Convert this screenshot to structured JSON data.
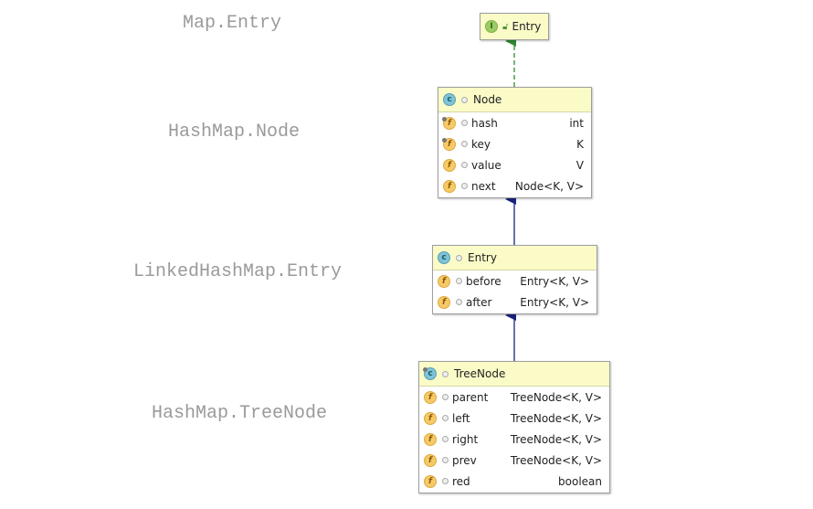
{
  "labels": {
    "map_entry": "Map.Entry",
    "hashmap_node": "HashMap.Node",
    "linked_entry": "LinkedHashMap.Entry",
    "tree_node": "HashMap.TreeNode"
  },
  "colors": {
    "header_bg": "#fbfbc8",
    "implements_arrow": "#2e8b2e",
    "extends_arrow": "#1a237e"
  },
  "boxes": {
    "entry_iface": {
      "title": "Entry",
      "kind_icon": "interface-icon",
      "kind_letter": "I"
    },
    "node": {
      "title": "Node",
      "kind_icon": "class-icon",
      "kind_letter": "C",
      "fields": [
        {
          "name": "hash",
          "type": "int",
          "letter": "f"
        },
        {
          "name": "key",
          "type": "K",
          "letter": "f"
        },
        {
          "name": "value",
          "type": "V",
          "letter": "f"
        },
        {
          "name": "next",
          "type": "Node<K, V>",
          "letter": "f"
        }
      ]
    },
    "linked_entry": {
      "title": "Entry",
      "kind_icon": "class-icon",
      "kind_letter": "C",
      "fields": [
        {
          "name": "before",
          "type": "Entry<K, V>",
          "letter": "f"
        },
        {
          "name": "after",
          "type": "Entry<K, V>",
          "letter": "f"
        }
      ]
    },
    "tree_node": {
      "title": "TreeNode",
      "kind_icon": "class-icon",
      "kind_letter": "C",
      "fields": [
        {
          "name": "parent",
          "type": "TreeNode<K, V>",
          "letter": "f"
        },
        {
          "name": "left",
          "type": "TreeNode<K, V>",
          "letter": "f"
        },
        {
          "name": "right",
          "type": "TreeNode<K, V>",
          "letter": "f"
        },
        {
          "name": "prev",
          "type": "TreeNode<K, V>",
          "letter": "f"
        },
        {
          "name": "red",
          "type": "boolean",
          "letter": "f"
        }
      ]
    }
  },
  "relations": [
    {
      "from": "node",
      "to": "entry_iface",
      "kind": "implements"
    },
    {
      "from": "linked_entry",
      "to": "node",
      "kind": "extends"
    },
    {
      "from": "tree_node",
      "to": "linked_entry",
      "kind": "extends"
    }
  ]
}
